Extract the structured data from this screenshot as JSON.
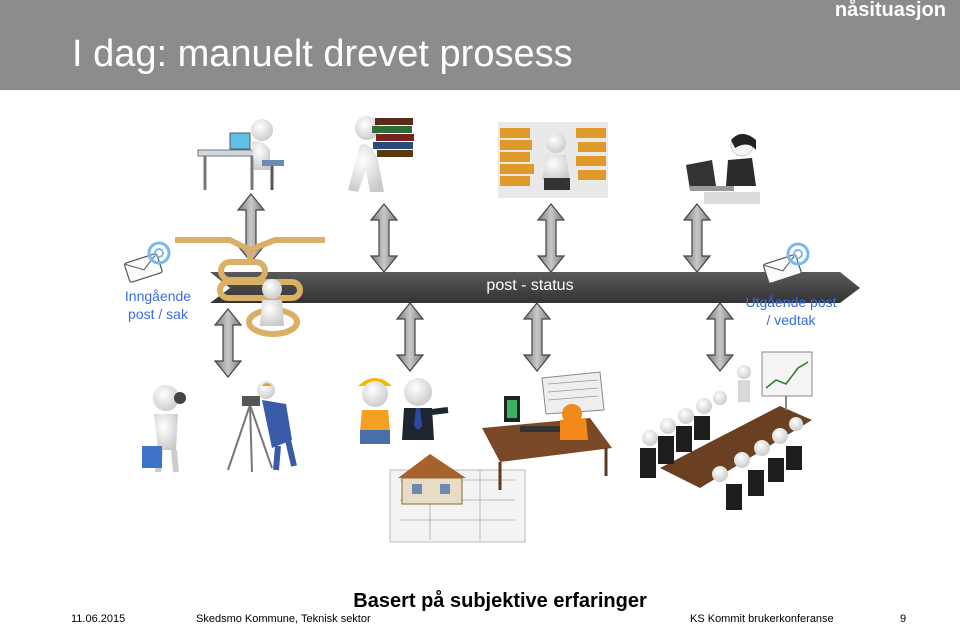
{
  "header": {
    "title": "I dag: manuelt drevet prosess",
    "tag": "nåsituasjon"
  },
  "labels": {
    "incoming_line1": "Inngående",
    "incoming_line2": "post / sak",
    "bar": "post - status",
    "outgoing_line1": "Utgående post",
    "outgoing_line2": "/ vedtak"
  },
  "footer": {
    "main": "Basert på subjektive erfaringer",
    "date": "11.06.2015",
    "org": "Skedsmo Kommune, Teknisk sektor",
    "event": "KS Kommit brukerkonferanse",
    "page": "9"
  },
  "colors": {
    "header_bg": "#8c8c8c",
    "bar_bg": "#4a4a4a",
    "label_blue": "#3a6ee0",
    "arrow_fill": "#9a9a9a"
  },
  "icons": [
    "computer-worker-icon",
    "books-carrier-icon",
    "binders-office-icon",
    "laptop-woman-icon",
    "flowchart-person-icon",
    "envelope-email-icon",
    "inspector-briefcase-icon",
    "surveyor-icon",
    "builder-businessman-icon",
    "house-blueprint-icon",
    "desk-newspaper-icon",
    "meeting-room-icon"
  ]
}
